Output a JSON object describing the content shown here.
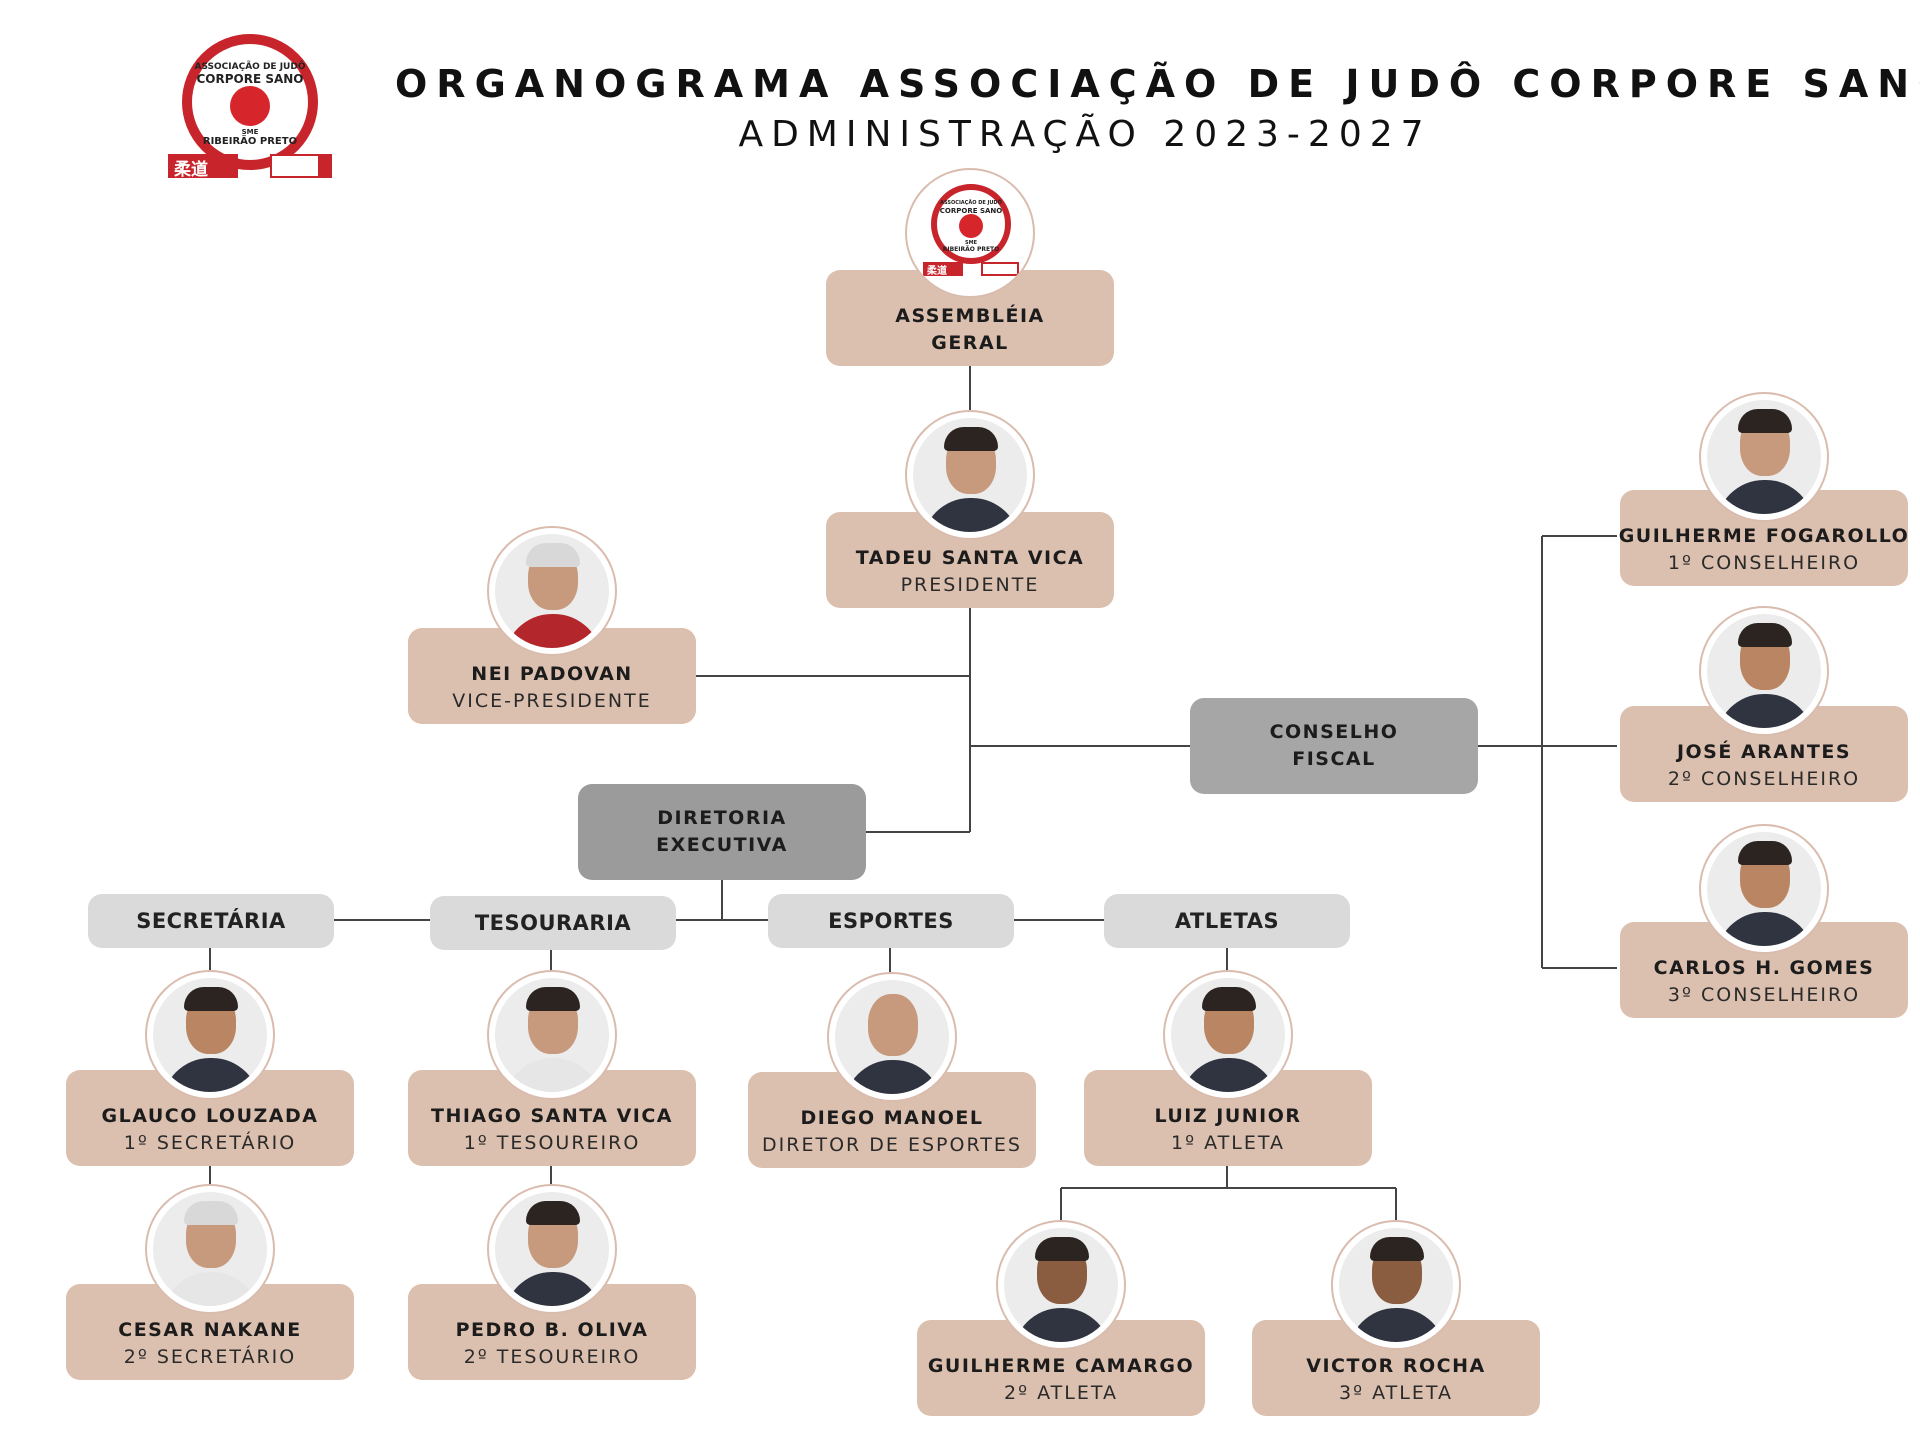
{
  "header": {
    "title": "ORGANOGRAMA ASSOCIAÇÃO DE JUDÔ CORPORE SANO",
    "subtitle": "ADMINISTRAÇÃO 2023-2027"
  },
  "logo": {
    "line1": "ASSOCIAÇÃO DE JUDÔ",
    "line2": "CORPORE SANO",
    "line3": "SME",
    "line4": "RIBEIRÃO PRETO",
    "kanji": "柔道",
    "color": "#c8242b"
  },
  "colors": {
    "person_box": "#dcc0af",
    "group_box": "#a6a6a6",
    "department_box": "#dadada",
    "connector": "#444444"
  },
  "assembly": {
    "name": "ASSEMBLÉIA",
    "role": "GERAL"
  },
  "president": {
    "name": "TADEU SANTA VICA",
    "role": "PRESIDENTE"
  },
  "vice_president": {
    "name": "NEI PADOVAN",
    "role": "VICE-PRESIDENTE"
  },
  "fiscal_council": {
    "name": "CONSELHO",
    "role": "FISCAL",
    "members": [
      {
        "name": "GUILHERME FOGAROLLO",
        "role": "1º CONSELHEIRO"
      },
      {
        "name": "JOSÉ ARANTES",
        "role": "2º CONSELHEIRO"
      },
      {
        "name": "CARLOS H. GOMES",
        "role": "3º CONSELHEIRO"
      }
    ]
  },
  "executive_board": {
    "name": "DIRETORIA",
    "role": "EXECUTIVA"
  },
  "departments": [
    {
      "label": "SECRETÁRIA",
      "members": [
        {
          "name": "GLAUCO LOUZADA",
          "role": "1º SECRETÁRIO"
        },
        {
          "name": "CESAR NAKANE",
          "role": "2º SECRETÁRIO"
        }
      ]
    },
    {
      "label": "TESOURARIA",
      "members": [
        {
          "name": "THIAGO SANTA VICA",
          "role": "1º TESOUREIRO"
        },
        {
          "name": "PEDRO B. OLIVA",
          "role": "2º TESOUREIRO"
        }
      ]
    },
    {
      "label": "ESPORTES",
      "members": [
        {
          "name": "DIEGO MANOEL",
          "role": "DIRETOR DE ESPORTES"
        }
      ]
    },
    {
      "label": "ATLETAS",
      "members": [
        {
          "name": "LUIZ JUNIOR",
          "role": "1º ATLETA"
        },
        {
          "name": "GUILHERME CAMARGO",
          "role": "2º ATLETA"
        },
        {
          "name": "VICTOR ROCHA",
          "role": "3º ATLETA"
        }
      ]
    }
  ]
}
